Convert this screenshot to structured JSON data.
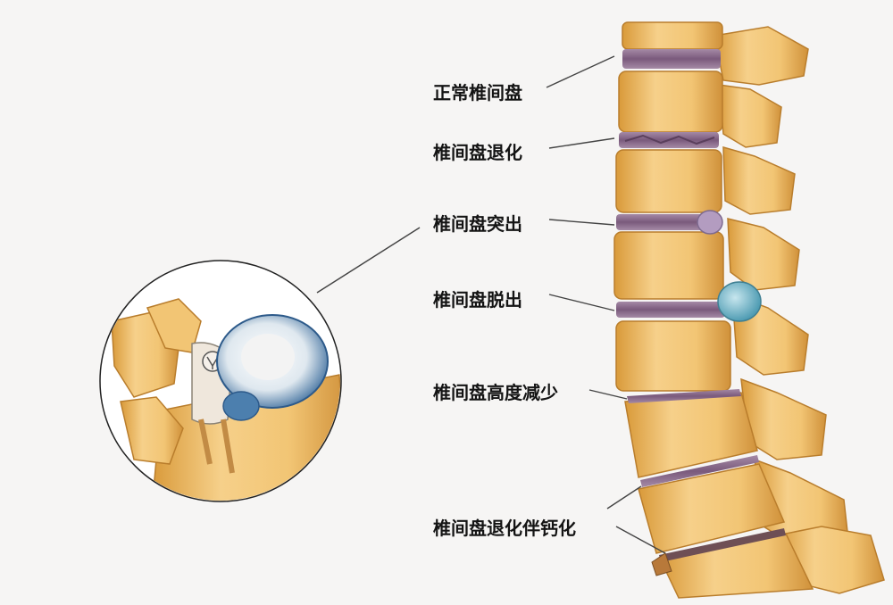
{
  "labels": {
    "normal": "正常椎间盘",
    "degeneration": "椎间盘退化",
    "protrusion": "椎间盘突出",
    "extrusion": "椎间盘脱出",
    "height_loss": "椎间盘高度减少",
    "calcification": "椎间盘退化伴钙化"
  },
  "colors": {
    "background": "#f6f5f4",
    "bone": "#f0c270",
    "bone_shadow": "#c98a2e",
    "disc": "#8a6a8c",
    "herniation": "#6fb7c7",
    "leader_line": "#444444"
  }
}
